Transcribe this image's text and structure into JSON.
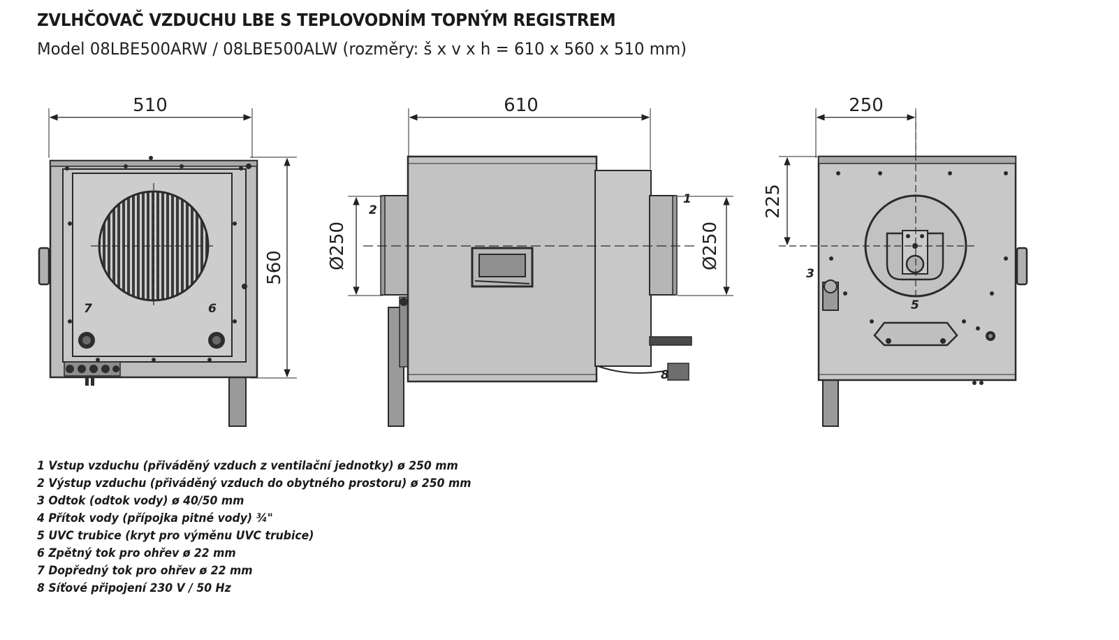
{
  "header": {
    "title": "ZVLHČOVAČ VZDUCHU LBE S TEPLOVODNÍM TOPNÝM REGISTREM",
    "subtitle": "Model 08LBE500ARW / 08LBE500ALW (rozměry: š x v x h = 610 x 560 x 510 mm)"
  },
  "dimensions": {
    "front_width": "510",
    "front_height": "560",
    "side_width": "610",
    "side_inlet_diameter": "Ø250",
    "side_outlet_diameter": "Ø250",
    "back_offset_width": "250",
    "back_offset_height": "225"
  },
  "callouts": {
    "c1": "1",
    "c2": "2",
    "c3": "3",
    "c5": "5",
    "c6": "6",
    "c7": "7",
    "c8": "8"
  },
  "legend": [
    "1 Vstup vzduchu (přiváděný vzduch z ventilační jednotky) ø 250 mm",
    "2 Výstup vzduchu (přiváděný vzduch do obytného prostoru) ø 250 mm",
    "3 Odtok (odtok vody) ø 40/50 mm",
    "4 Přítok vody (přípojka pitné vody) ¾\"",
    "5 UVC trubice (kryt pro výměnu UVC trubice)",
    "6 Zpětný tok pro ohřev ø 22 mm",
    "7 Dopředný tok pro ohřev ø 22 mm",
    "8 Síťové připojení 230 V / 50 Hz"
  ],
  "colors": {
    "housing": "#c8c8c8",
    "housing_dark": "#a9a9a9",
    "line": "#2a2a2a",
    "grille": "#3a3a3a"
  }
}
